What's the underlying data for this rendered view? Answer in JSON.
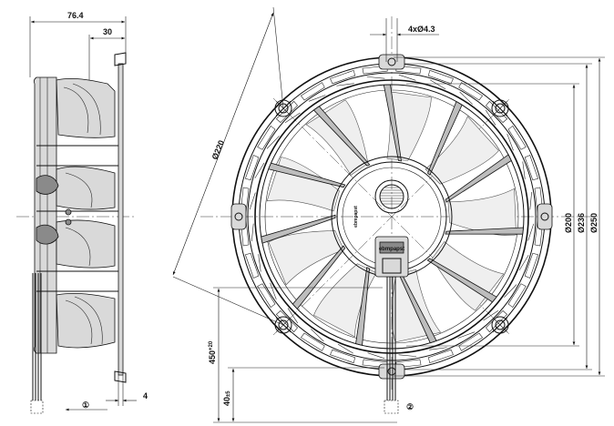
{
  "dimensions": {
    "overall_depth": "76.4",
    "ring_depth": "30",
    "flange_thickness": "4",
    "hole_pattern": "4xØ4.3",
    "diagonal_bolt_circle": "Ø220",
    "dia_200": "Ø200",
    "dia_236": "Ø236",
    "dia_250": "Ø250",
    "cable_length": "450",
    "cable_length_tol": "+20",
    "strip_length": "40",
    "strip_length_tol": "±5"
  },
  "callouts": {
    "view_1": "①",
    "view_2": "②"
  },
  "branding": {
    "logo_text": "ebmpapst"
  }
}
